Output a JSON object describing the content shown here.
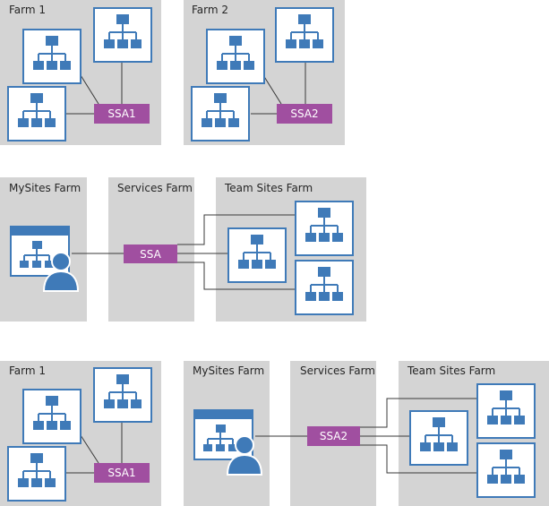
{
  "colors": {
    "farm_bg": "#d4d4d4",
    "ssa_bg": "#a04fa0",
    "ssa_text": "#ffffff",
    "icon_blue": "#3f7ab8",
    "icon_border": "#3f7ab8",
    "connector": "#3a3a3a"
  },
  "icons": {
    "site": "site-hierarchy-icon",
    "mysite": "mysite-user-icon"
  },
  "top": {
    "farm1": {
      "label": "Farm 1",
      "ssa": "SSA1"
    },
    "farm2": {
      "label": "Farm 2",
      "ssa": "SSA2"
    }
  },
  "middle": {
    "mysites": {
      "label": "MySites Farm"
    },
    "services": {
      "label": "Services Farm",
      "ssa": "SSA"
    },
    "teamsites": {
      "label": "Team Sites Farm"
    }
  },
  "bottom": {
    "farm1": {
      "label": "Farm 1",
      "ssa": "SSA1"
    },
    "mysites": {
      "label": "MySites Farm"
    },
    "services": {
      "label": "Services Farm",
      "ssa": "SSA2"
    },
    "teamsites": {
      "label": "Team Sites Farm"
    }
  }
}
